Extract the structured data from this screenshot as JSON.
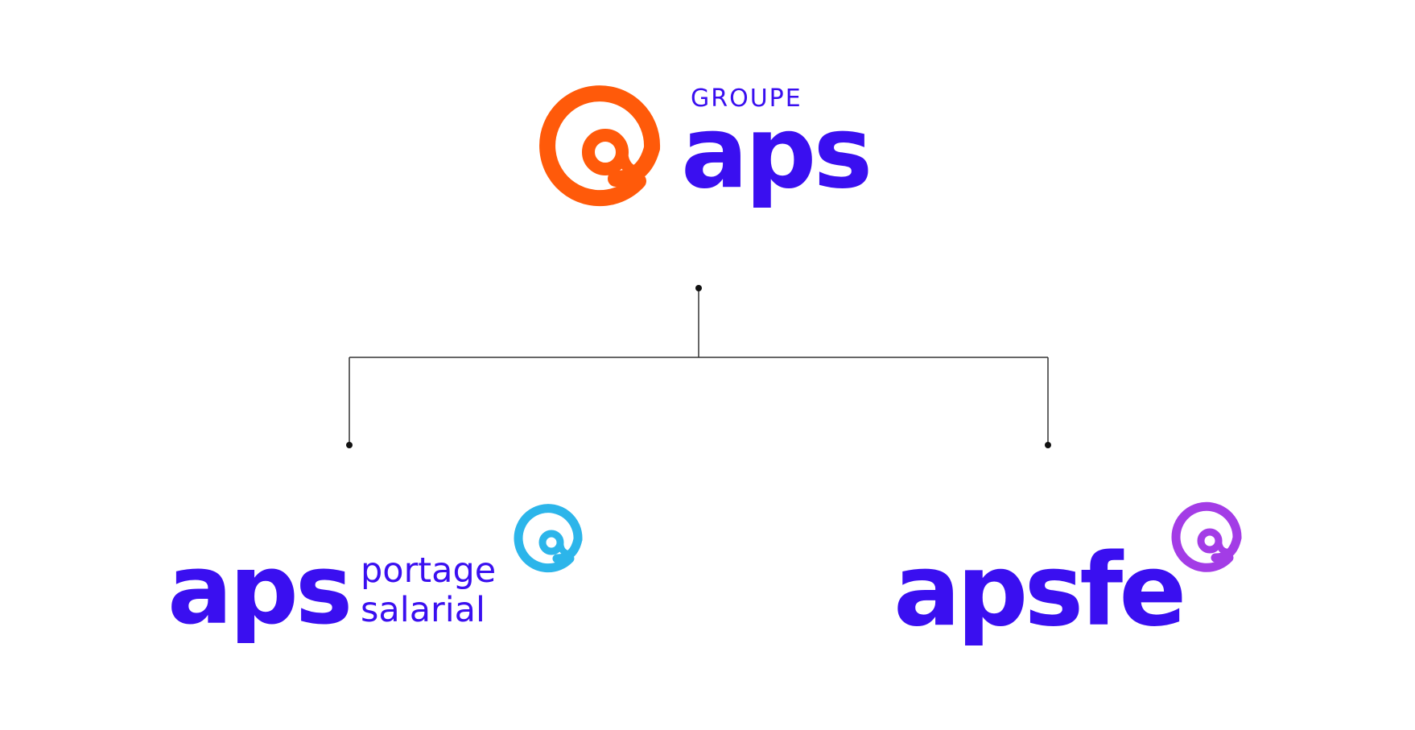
{
  "colors": {
    "brand_blue": "#3a0ff0",
    "parent_emblem": "#ff5a0a",
    "portage_emblem": "#2cb5ea",
    "apsfe_emblem": "#a33ce6",
    "connector": "#333333"
  },
  "parent": {
    "group_label": "GROUPE",
    "wordmark": "aps",
    "emblem_icon": "at-swirl-icon"
  },
  "children": [
    {
      "wordmark": "aps",
      "tagline_line1": "portage",
      "tagline_line2": "salarial",
      "emblem_icon": "at-swirl-icon"
    },
    {
      "wordmark": "apsfe",
      "emblem_icon": "at-swirl-icon"
    }
  ]
}
